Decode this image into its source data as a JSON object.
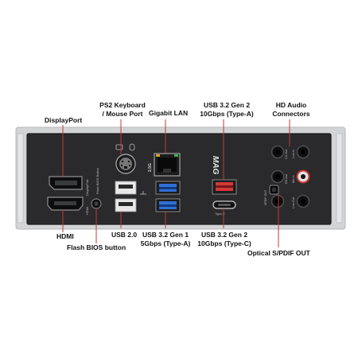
{
  "labels": {
    "displayport": "DisplayPort",
    "ps2_line1": "PS2 Keyboard",
    "ps2_line2": "/ Mouse Port",
    "gigabit_lan": "Gigabit LAN",
    "usb_gen2_a_line1": "USB 3.2 Gen 2",
    "usb_gen2_a_line2": "10Gbps (Type-A)",
    "hd_audio_line1": "HD Audio",
    "hd_audio_line2": "Connectors",
    "hdmi": "HDMI",
    "flash_bios_button": "Flash BIOS button",
    "usb20": "USB 2.0",
    "usb_gen1_line1": "USB 3.2 Gen 1",
    "usb_gen1_line2": "5Gbps (Type-A)",
    "usb_gen2_c_line1": "USB 3.2 Gen 2",
    "usb_gen2_c_line2": "10Gbps (Type-C)",
    "optical_spdif": "Optical S/PDIF OUT"
  },
  "panel_print": {
    "displayport": "DisplayPort",
    "hdmi": "HDMI",
    "flash_bios": "Flash BIOS Button",
    "lan_speed": "2.5G",
    "brand": "MAG",
    "type_c": "Type-C",
    "spdif": "SPDIF OUT",
    "line_in": "Line-In",
    "cs_out": "CS-Out",
    "rs_out": "RS-Out",
    "mic_in": "Mic In",
    "line_out": "Line-Out"
  },
  "colors": {
    "panel": "#2a2a2c",
    "shield": "#c9cacc",
    "usb_blue": "#2f6fd6",
    "usb_red": "#d23a3a",
    "callout_line": "#c23a36"
  }
}
